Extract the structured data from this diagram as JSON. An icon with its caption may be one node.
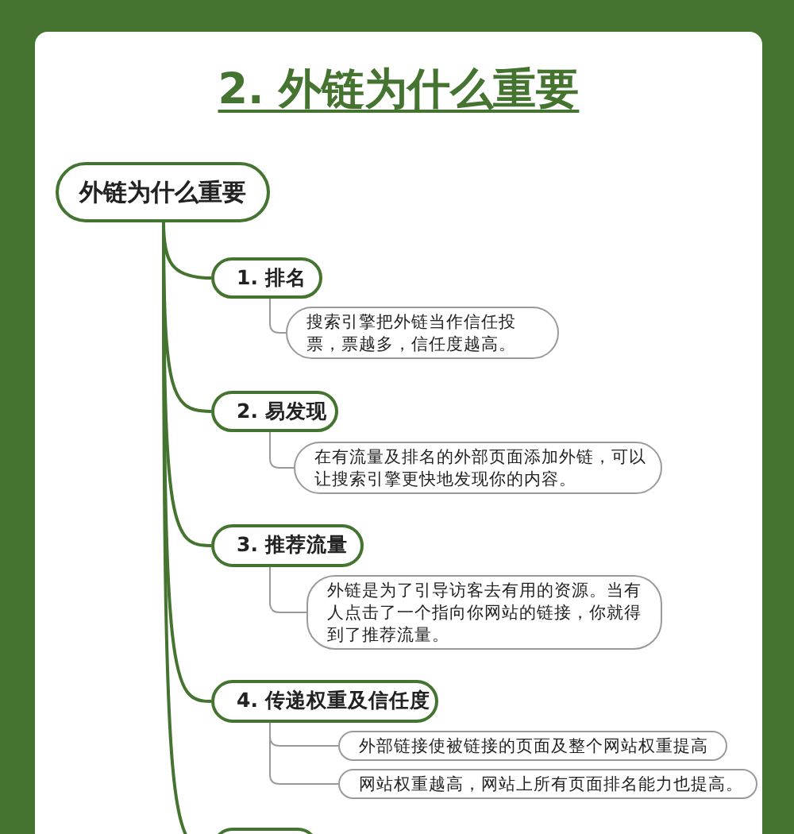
{
  "diagram": {
    "title": "2. 外链为什么重要",
    "nodes": [
      {
        "text": [
          "外链为什么重要"
        ]
      },
      {
        "text": [
          "1. 排名"
        ]
      },
      {
        "text": [
          "搜索引擎把外链当作信任投票，票越多，信任度越高。"
        ]
      },
      {
        "text": [
          "2. 易发现"
        ]
      },
      {
        "text": [
          "在有流量及排名的外部页面添加外链，可以让搜索引擎更快地发现你的内容。"
        ]
      },
      {
        "text": [
          "3. 推荐流量"
        ]
      },
      {
        "text": [
          "外链是为了引导访客去有用的资源。当有人点击了一个指向你网站的链接，你就得到了推荐流量。"
        ]
      },
      {
        "text": [
          "4. 传递权重及信任度"
        ]
      },
      {
        "text": [
          "外部链接使被链接的页面及整个网站权重提高"
        ]
      },
      {
        "text": [
          "网站权重越高，网站上所有页面排名能力也提高。"
        ]
      },
      {
        "text": [],
        "shape": "box"
      }
    ],
    "edges": [
      {
        "from": 0,
        "to": 1,
        "arrow": "none"
      },
      {
        "from": 0,
        "to": 3,
        "arrow": "none"
      },
      {
        "from": 0,
        "to": 5,
        "arrow": "none"
      },
      {
        "from": 0,
        "to": 7,
        "arrow": "none"
      },
      {
        "from": 0,
        "to": 10,
        "arrow": "none"
      },
      {
        "from": 1,
        "to": 2,
        "arrow": "none",
        "color": "#9a9a9a"
      },
      {
        "from": 3,
        "to": 4,
        "arrow": "none",
        "color": "#9a9a9a"
      },
      {
        "from": 5,
        "to": 6,
        "arrow": "none",
        "color": "#9a9a9a"
      },
      {
        "from": 7,
        "to": 8,
        "arrow": "none",
        "color": "#9a9a9a"
      },
      {
        "from": 7,
        "to": 9,
        "arrow": "none",
        "color": "#9a9a9a"
      }
    ]
  }
}
